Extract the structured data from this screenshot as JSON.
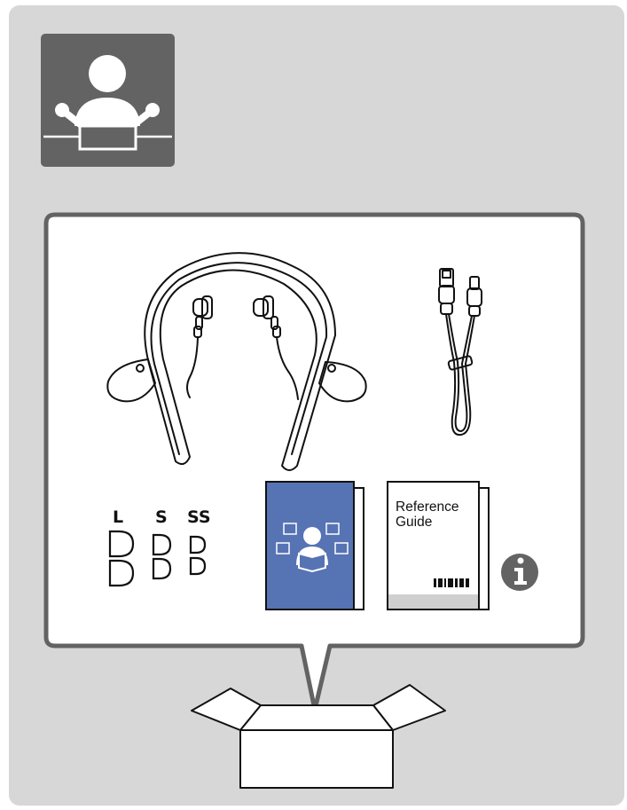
{
  "box_contents": {
    "tip_sizes": [
      "L",
      "S",
      "SS"
    ],
    "reference_guide_title": "Reference\nGuide"
  },
  "icons": {
    "unboxing": "person-opening-box-icon",
    "headphones": "neckband-headphones-icon",
    "cable": "usb-cable-icon",
    "help_guide": "help-guide-booklet-icon",
    "reference_guide": "reference-guide-booklet-icon",
    "info": "info-icon",
    "box": "open-box-icon"
  },
  "colors": {
    "background": "#d7d7d7",
    "tile": "#636363",
    "callout_border": "#636363",
    "help_guide_blue": "#5673b4",
    "info_icon": "#636363"
  }
}
